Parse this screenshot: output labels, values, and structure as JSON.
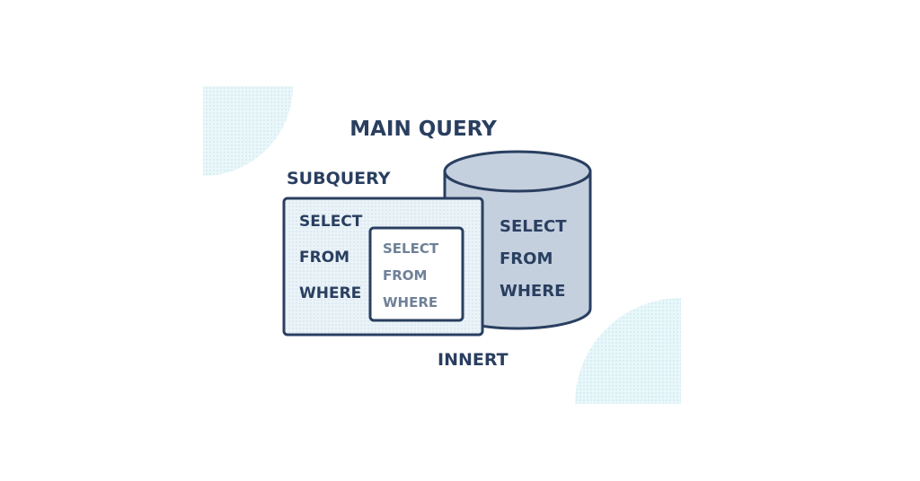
{
  "colors": {
    "navy": "#2a3f60",
    "cylinder_fill": "#c4d0de",
    "panel_fill": "#eaf3f8",
    "inner_panel_fill": "#ffffff",
    "inner_text": "#6f8198",
    "decor": "#d9f1f6"
  },
  "main_query": {
    "title": "MAIN QUERY",
    "lines": [
      "SELECT",
      "FROM",
      "WHERE"
    ]
  },
  "subquery": {
    "title": "SUBQUERY",
    "lines": [
      "SELECT",
      "FROM",
      "WHERE"
    ]
  },
  "inner_query": {
    "lines": [
      "SELECT",
      "FROM",
      "WHERE"
    ]
  },
  "caption": "INNERT"
}
